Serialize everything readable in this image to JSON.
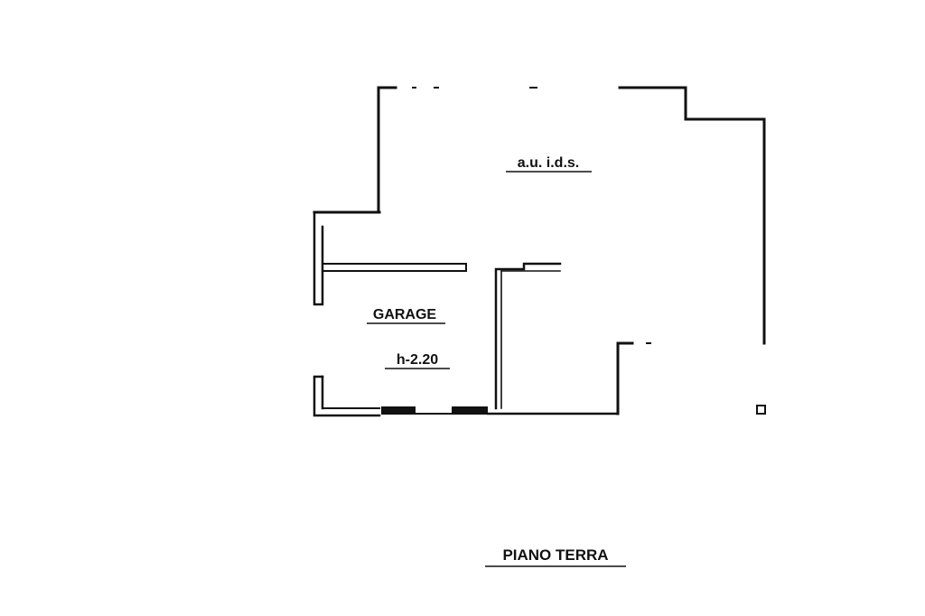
{
  "rooms": {
    "auids_label": "a.u. i.d.s.",
    "garage_label": "GARAGE",
    "garage_height": "h-2.20"
  },
  "floor": {
    "title": "PIANO TERRA"
  },
  "colors": {
    "ink": "#111111",
    "paper": "#ffffff"
  }
}
